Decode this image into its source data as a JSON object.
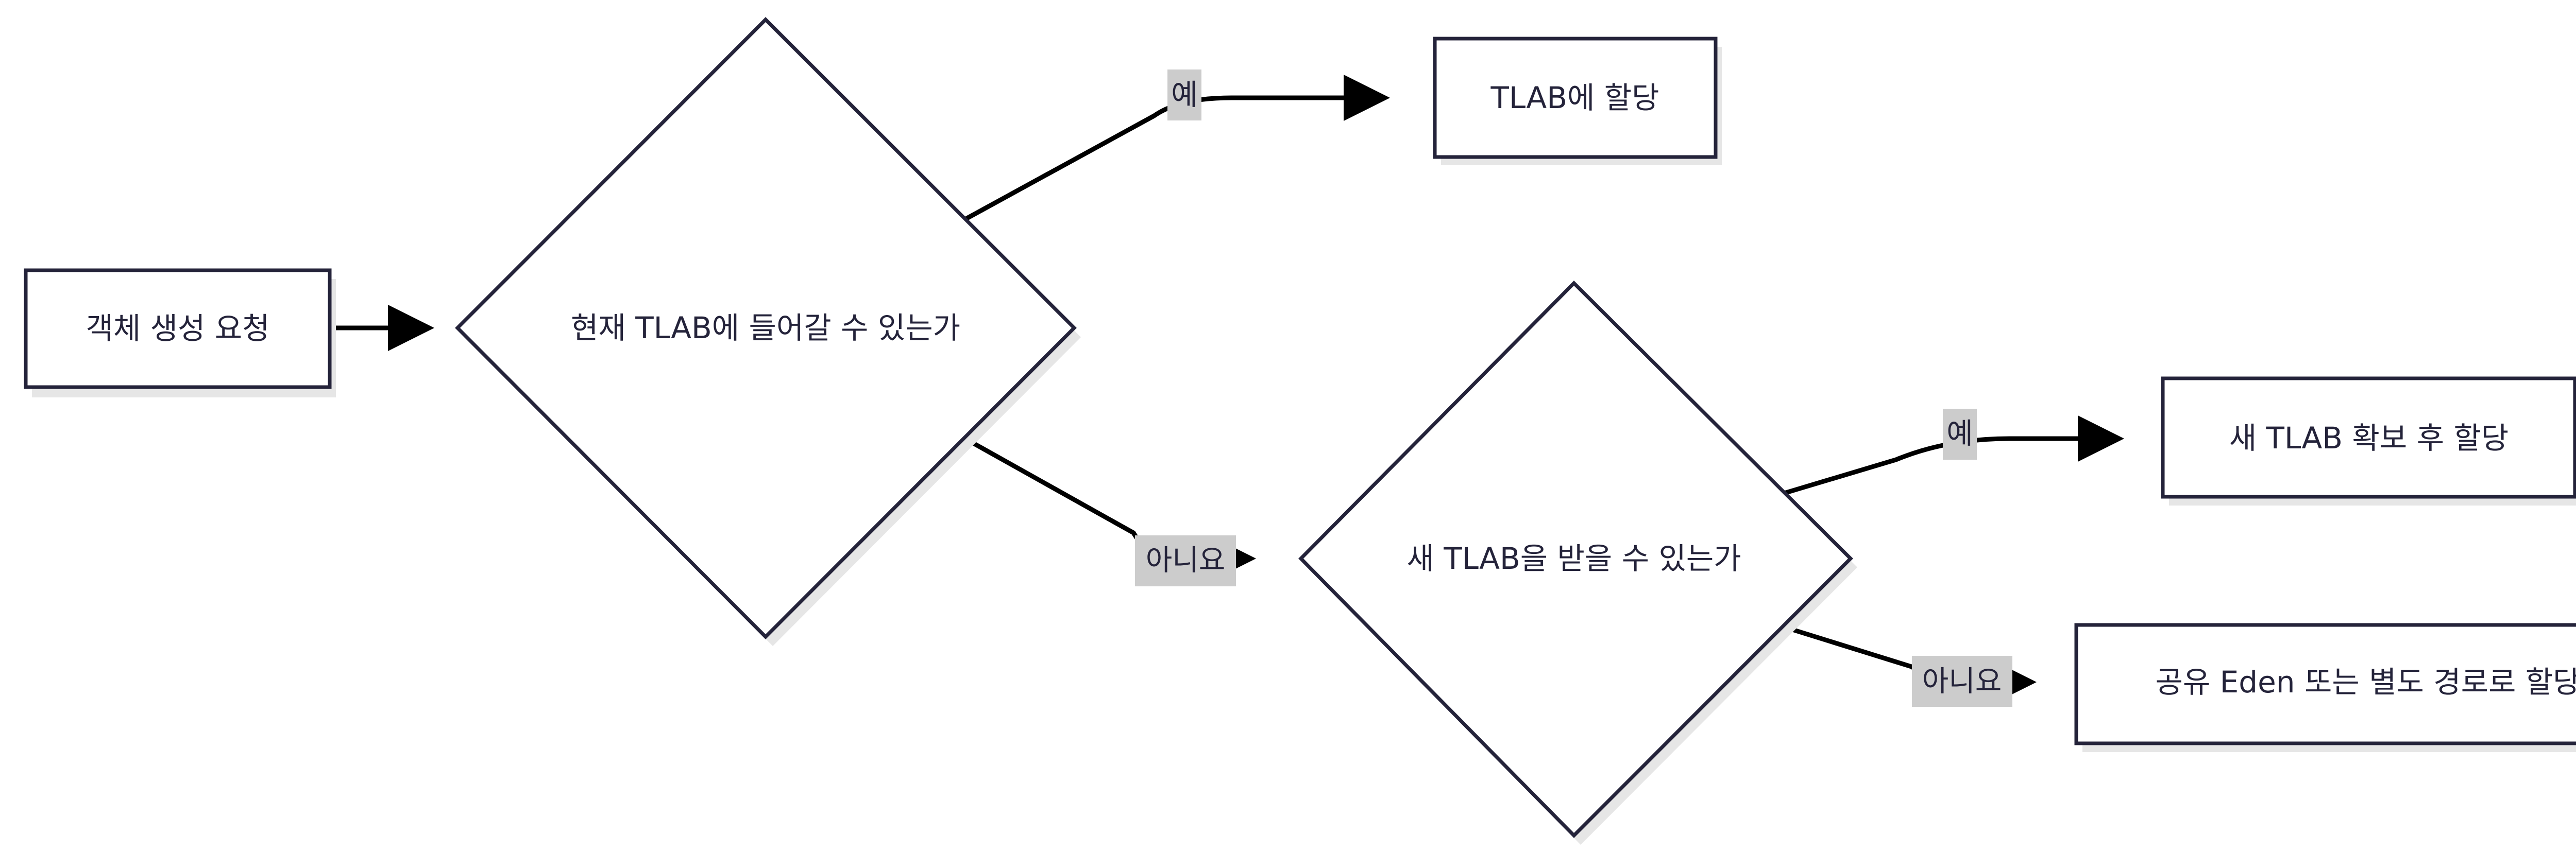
{
  "nodes": {
    "start": "객체 생성 요청",
    "check_current_tlab": "현재 TLAB에 들어갈 수 있는가",
    "alloc_tlab": "TLAB에 할당",
    "check_new_tlab": "새 TLAB을 받을 수 있는가",
    "alloc_new_tlab": "새 TLAB 확보 후 할당",
    "alloc_shared": "공유 Eden 또는 별도 경로로 할당"
  },
  "edges": {
    "yes_1": "예",
    "no_1": "아니요",
    "yes_2": "예",
    "no_2": "아니요"
  },
  "colors": {
    "node_stroke": "#24233a",
    "node_fill": "#ffffff",
    "edge": "#000000",
    "label_bg": "#cccccc",
    "shadow": "#e6e6e6"
  }
}
